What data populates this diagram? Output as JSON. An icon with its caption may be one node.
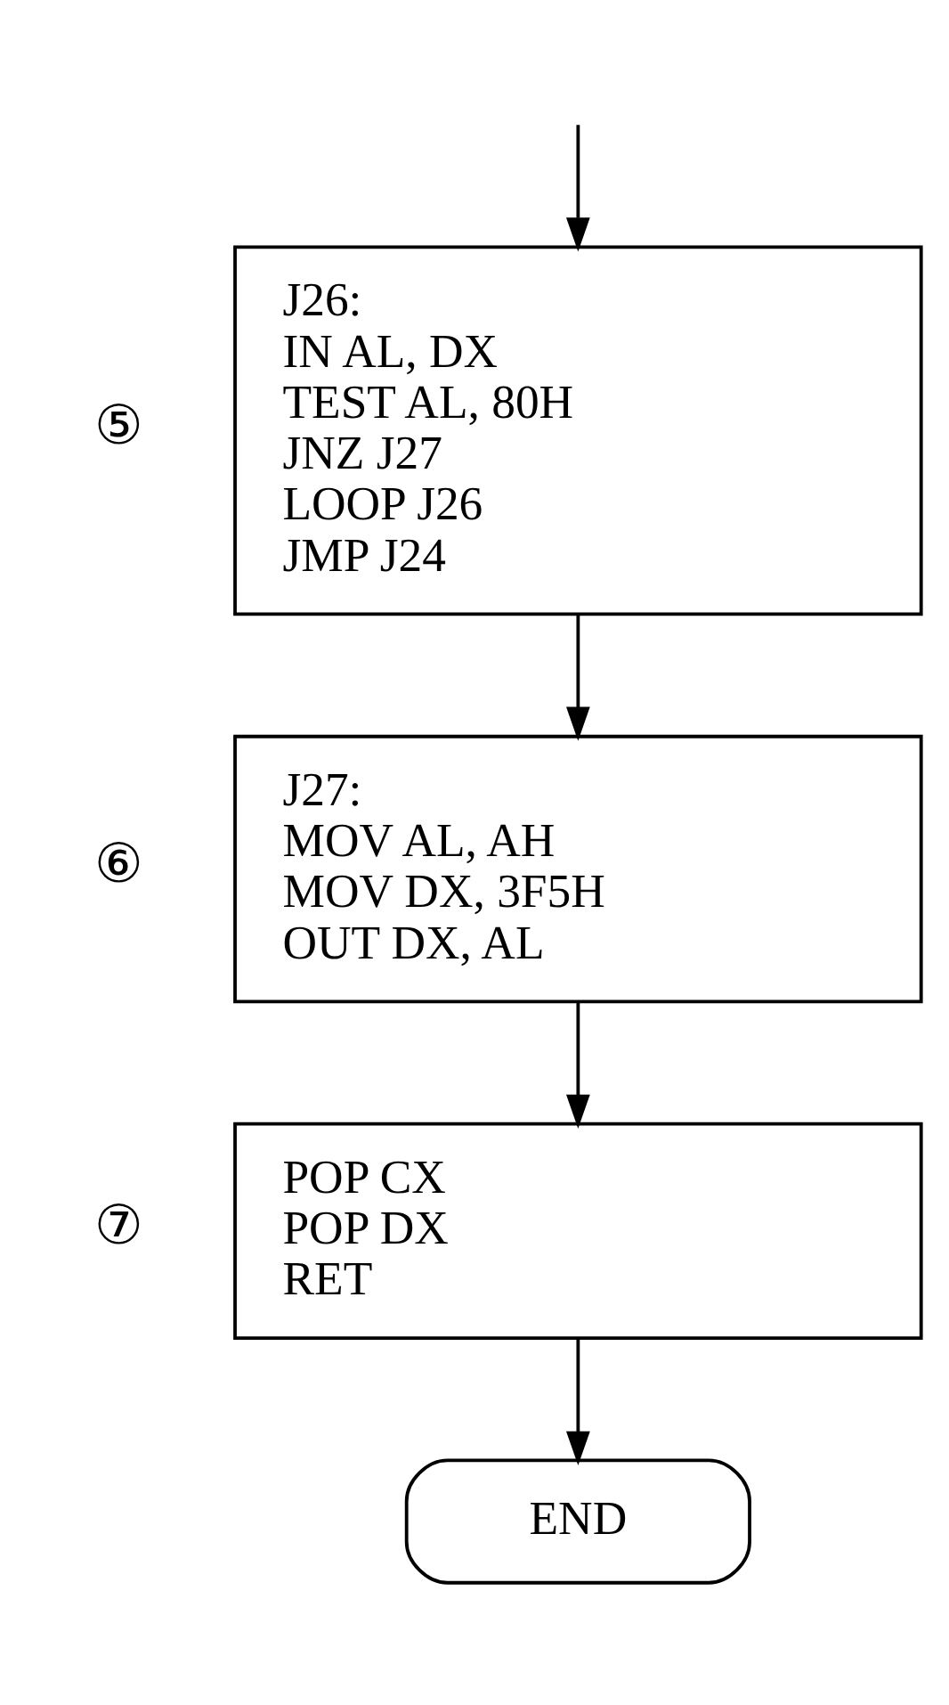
{
  "diagram": {
    "nodes": [
      {
        "text": [
          "J26:",
          "IN AL, DX",
          "TEST AL, 80H",
          "JNZ J27",
          "LOOP J26",
          "JMP J24"
        ],
        "beside": [
          "⑤"
        ]
      },
      {
        "text": [
          "J27:",
          "MOV AL, AH",
          "MOV DX, 3F5H",
          "OUT DX, AL"
        ],
        "beside": [
          "⑥"
        ]
      },
      {
        "text": [
          "POP CX",
          "POP DX",
          "RET"
        ],
        "beside": [
          "⑦"
        ]
      },
      {
        "text": [
          "END"
        ]
      }
    ],
    "edges": [
      {
        "from": null,
        "to": 0,
        "arrow": "to"
      },
      {
        "from": 0,
        "to": 1,
        "arrow": "to"
      },
      {
        "from": 1,
        "to": 2,
        "arrow": "to"
      },
      {
        "from": 2,
        "to": 3,
        "arrow": "to"
      }
    ]
  }
}
